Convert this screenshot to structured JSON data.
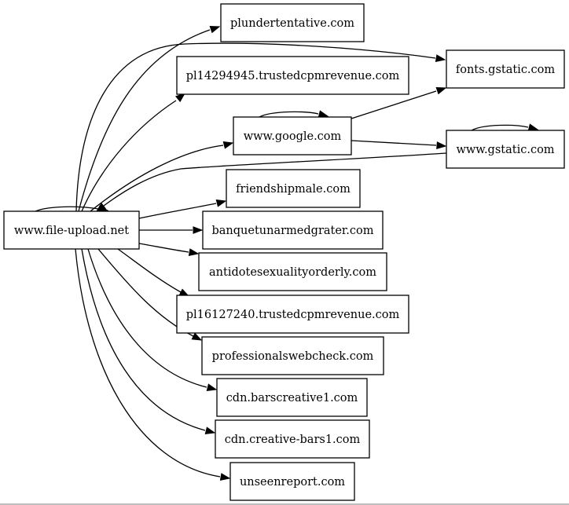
{
  "nodes": [
    {
      "id": "file_upload",
      "label": "www.file-upload.net"
    },
    {
      "id": "plunder",
      "label": "plundertentative.com"
    },
    {
      "id": "pl14294945",
      "label": "pl14294945.trustedcpmrevenue.com"
    },
    {
      "id": "fonts_gstatic",
      "label": "fonts.gstatic.com"
    },
    {
      "id": "google",
      "label": "www.google.com"
    },
    {
      "id": "www_gstatic",
      "label": "www.gstatic.com"
    },
    {
      "id": "friendship",
      "label": "friendshipmale.com"
    },
    {
      "id": "banquet",
      "label": "banquetunarmedgrater.com"
    },
    {
      "id": "antidote",
      "label": "antidotesexualityorderly.com"
    },
    {
      "id": "pl16127240",
      "label": "pl16127240.trustedcpmrevenue.com"
    },
    {
      "id": "professional",
      "label": "professionalswebcheck.com"
    },
    {
      "id": "barscreative",
      "label": "cdn.barscreative1.com"
    },
    {
      "id": "creativebars",
      "label": "cdn.creative-bars1.com"
    },
    {
      "id": "unseen",
      "label": "unseenreport.com"
    }
  ],
  "edges": [
    {
      "from": "file_upload",
      "to": "file_upload"
    },
    {
      "from": "file_upload",
      "to": "plunder"
    },
    {
      "from": "file_upload",
      "to": "fonts_gstatic"
    },
    {
      "from": "file_upload",
      "to": "pl14294945"
    },
    {
      "from": "file_upload",
      "to": "google"
    },
    {
      "from": "www_gstatic",
      "to": "file_upload"
    },
    {
      "from": "file_upload",
      "to": "friendship"
    },
    {
      "from": "file_upload",
      "to": "banquet"
    },
    {
      "from": "file_upload",
      "to": "antidote"
    },
    {
      "from": "file_upload",
      "to": "pl16127240"
    },
    {
      "from": "file_upload",
      "to": "professional"
    },
    {
      "from": "file_upload",
      "to": "barscreative"
    },
    {
      "from": "file_upload",
      "to": "creativebars"
    },
    {
      "from": "file_upload",
      "to": "unseen"
    },
    {
      "from": "google",
      "to": "google"
    },
    {
      "from": "google",
      "to": "fonts_gstatic"
    },
    {
      "from": "google",
      "to": "www_gstatic"
    },
    {
      "from": "www_gstatic",
      "to": "www_gstatic"
    }
  ]
}
